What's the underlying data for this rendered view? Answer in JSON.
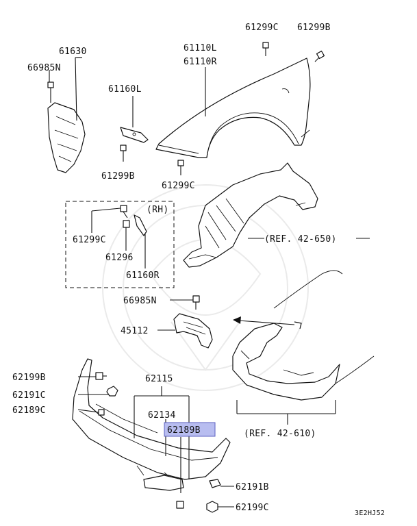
{
  "labels": {
    "p61299C_top": "61299C",
    "p61299B_top": "61299B",
    "p61630": "61630",
    "p61110L": "61110L",
    "p61110R": "61110R",
    "p66985N_top": "66985N",
    "p61160L": "61160L",
    "p61299B_mid": "61299B",
    "p61299C_mid": "61299C",
    "rh": "(RH)",
    "p61299C_rh": "61299C",
    "p61296": "61296",
    "p61160R": "61160R",
    "ref_650": "(REF. 42-650)",
    "p66985N_mid": "66985N",
    "p45112": "45112",
    "p62115": "62115",
    "p62199B": "62199B",
    "p62191C": "62191C",
    "p62189C": "62189C",
    "p62134": "62134",
    "p62189B": "62189B",
    "ref_610": "(REF. 42-610)",
    "p62191B": "62191B",
    "p62199C_bot": "62199C",
    "code": "3E2HJ52"
  },
  "highlight_color": "#b8bdf0"
}
